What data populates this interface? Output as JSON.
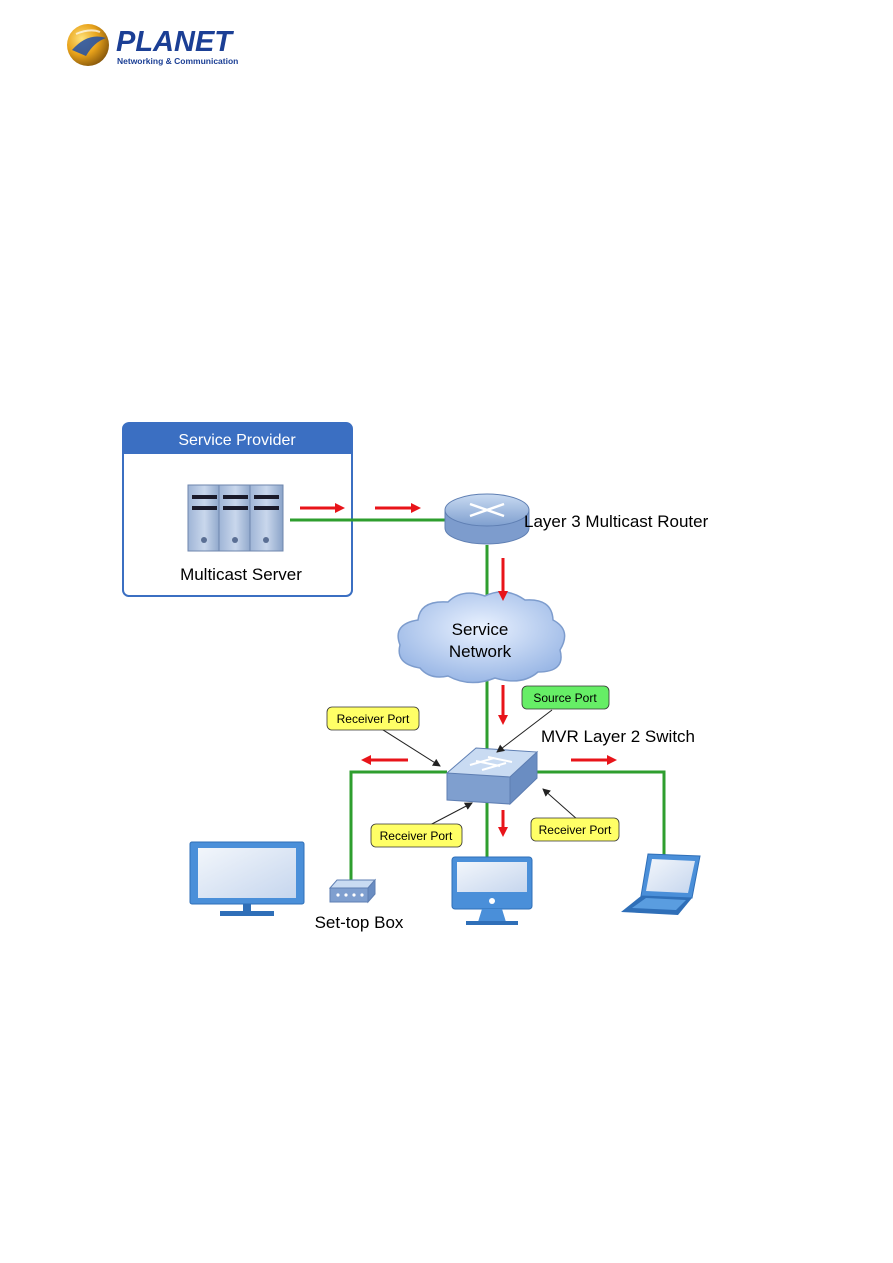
{
  "brand": {
    "name": "PLANET",
    "tagline": "Networking & Communication"
  },
  "diagram": {
    "provider_box_title": "Service Provider",
    "server_label": "Multicast Server",
    "router_label": "Layer 3 Multicast Router",
    "cloud_label_line1": "Service",
    "cloud_label_line2": "Network",
    "switch_label": "MVR Layer 2 Switch",
    "settop_label": "Set-top Box",
    "tags": {
      "source_port": "Source Port",
      "receiver_port_top_left": "Receiver Port",
      "receiver_port_bottom_left": "Receiver Port",
      "receiver_port_bottom_right": "Receiver Port"
    },
    "colors": {
      "link": "#2e9e2e",
      "flow_arrow": "#e8141a",
      "provider_header": "#3b6fc2",
      "source_tag": "#66ee66",
      "receiver_tag": "#ffff66"
    }
  }
}
